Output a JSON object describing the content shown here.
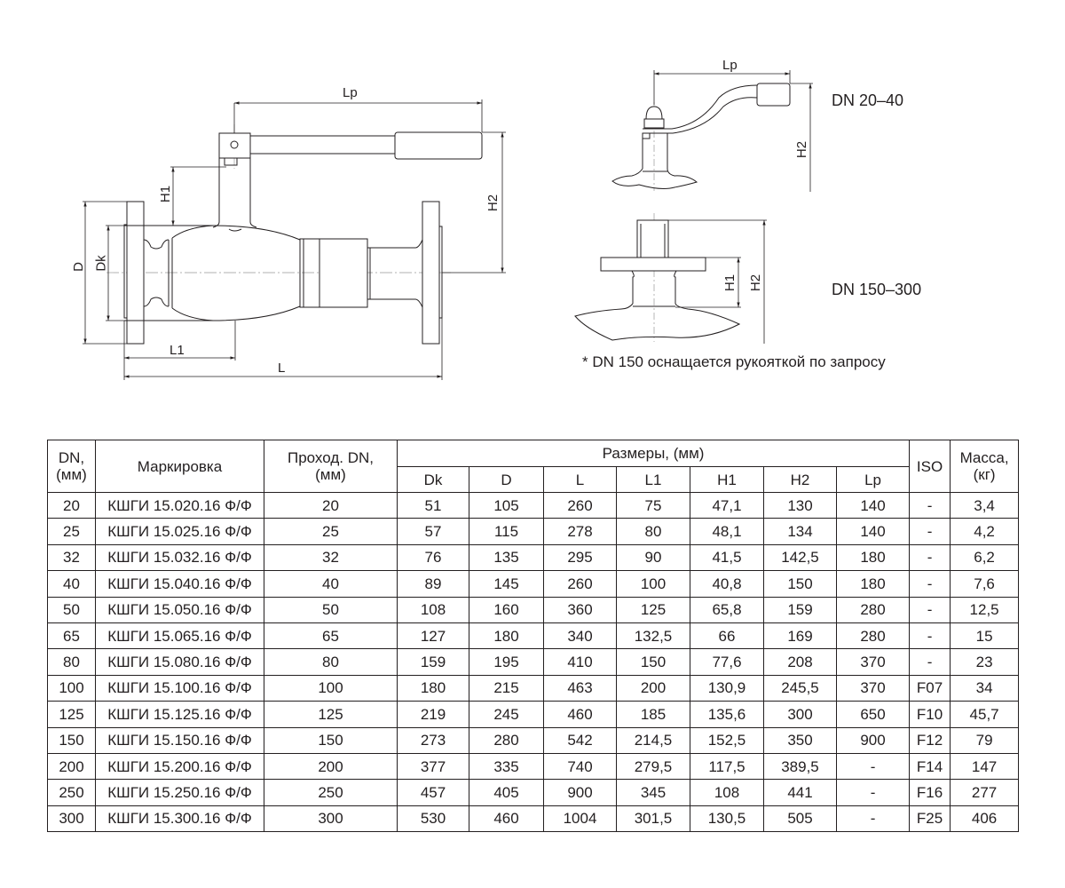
{
  "drawing": {
    "main_labels": {
      "lp": "Lp",
      "h1": "H1",
      "h2": "H2",
      "d": "D",
      "dk": "Dk",
      "l1": "L1",
      "l": "L"
    },
    "small_handle": {
      "title": "DN 20–40",
      "lp": "Lp",
      "h2": "H2"
    },
    "gear": {
      "title": "DN 150–300",
      "h1": "H1",
      "h2": "H2"
    },
    "note": "* DN 150 оснащается рукояткой по запросу"
  },
  "table": {
    "headers": {
      "dn": "DN, (мм)",
      "marking": "Маркировка",
      "passage": "Проход. DN, (мм)",
      "dimensions": "Размеры, (мм)",
      "dk": "Dk",
      "d": "D",
      "l": "L",
      "l1": "L1",
      "h1": "H1",
      "h2": "H2",
      "lp": "Lp",
      "iso": "ISO",
      "mass": "Масса, (кг)"
    },
    "rows": [
      [
        "20",
        "КШГИ 15.020.16 Ф/Ф",
        "20",
        "51",
        "105",
        "260",
        "75",
        "47,1",
        "130",
        "140",
        "-",
        "3,4"
      ],
      [
        "25",
        "КШГИ 15.025.16 Ф/Ф",
        "25",
        "57",
        "115",
        "278",
        "80",
        "48,1",
        "134",
        "140",
        "-",
        "4,2"
      ],
      [
        "32",
        "КШГИ 15.032.16 Ф/Ф",
        "32",
        "76",
        "135",
        "295",
        "90",
        "41,5",
        "142,5",
        "180",
        "-",
        "6,2"
      ],
      [
        "40",
        "КШГИ 15.040.16 Ф/Ф",
        "40",
        "89",
        "145",
        "260",
        "100",
        "40,8",
        "150",
        "180",
        "-",
        "7,6"
      ],
      [
        "50",
        "КШГИ 15.050.16 Ф/Ф",
        "50",
        "108",
        "160",
        "360",
        "125",
        "65,8",
        "159",
        "280",
        "-",
        "12,5"
      ],
      [
        "65",
        "КШГИ 15.065.16 Ф/Ф",
        "65",
        "127",
        "180",
        "340",
        "132,5",
        "66",
        "169",
        "280",
        "-",
        "15"
      ],
      [
        "80",
        "КШГИ 15.080.16 Ф/Ф",
        "80",
        "159",
        "195",
        "410",
        "150",
        "77,6",
        "208",
        "370",
        "-",
        "23"
      ],
      [
        "100",
        "КШГИ 15.100.16 Ф/Ф",
        "100",
        "180",
        "215",
        "463",
        "200",
        "130,9",
        "245,5",
        "370",
        "F07",
        "34"
      ],
      [
        "125",
        "КШГИ 15.125.16 Ф/Ф",
        "125",
        "219",
        "245",
        "460",
        "185",
        "135,6",
        "300",
        "650",
        "F10",
        "45,7"
      ],
      [
        "150",
        "КШГИ 15.150.16 Ф/Ф",
        "150",
        "273",
        "280",
        "542",
        "214,5",
        "152,5",
        "350",
        "900",
        "F12",
        "79"
      ],
      [
        "200",
        "КШГИ 15.200.16 Ф/Ф",
        "200",
        "377",
        "335",
        "740",
        "279,5",
        "117,5",
        "389,5",
        "-",
        "F14",
        "147"
      ],
      [
        "250",
        "КШГИ 15.250.16 Ф/Ф",
        "250",
        "457",
        "405",
        "900",
        "345",
        "108",
        "441",
        "-",
        "F16",
        "277"
      ],
      [
        "300",
        "КШГИ 15.300.16 Ф/Ф",
        "300",
        "530",
        "460",
        "1004",
        "301,5",
        "130,5",
        "505",
        "-",
        "F25",
        "406"
      ]
    ]
  }
}
